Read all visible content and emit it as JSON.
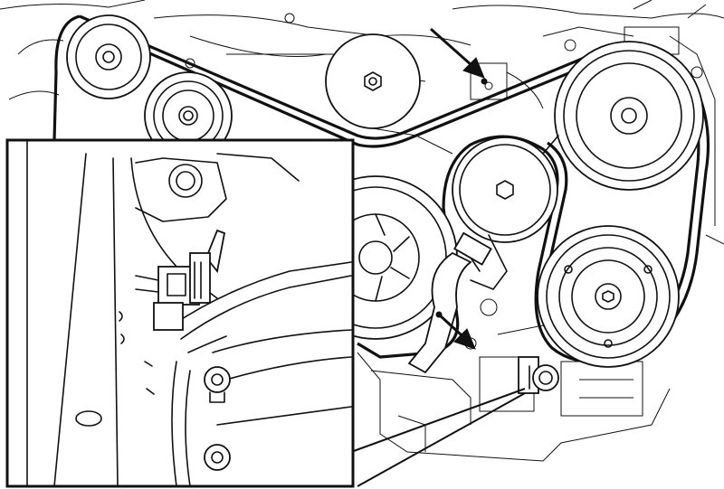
{
  "figure": {
    "kind": "engine accessory drive belt line drawing with inset detail",
    "line_color": "#111111",
    "background_color": "#ffffff",
    "icons": [
      "idler-pulley",
      "tensioner-pulley",
      "alternator-pulley",
      "crankshaft-pulley",
      "ac-compressor-pulley",
      "pointer-arrow",
      "sensor-connector"
    ]
  }
}
